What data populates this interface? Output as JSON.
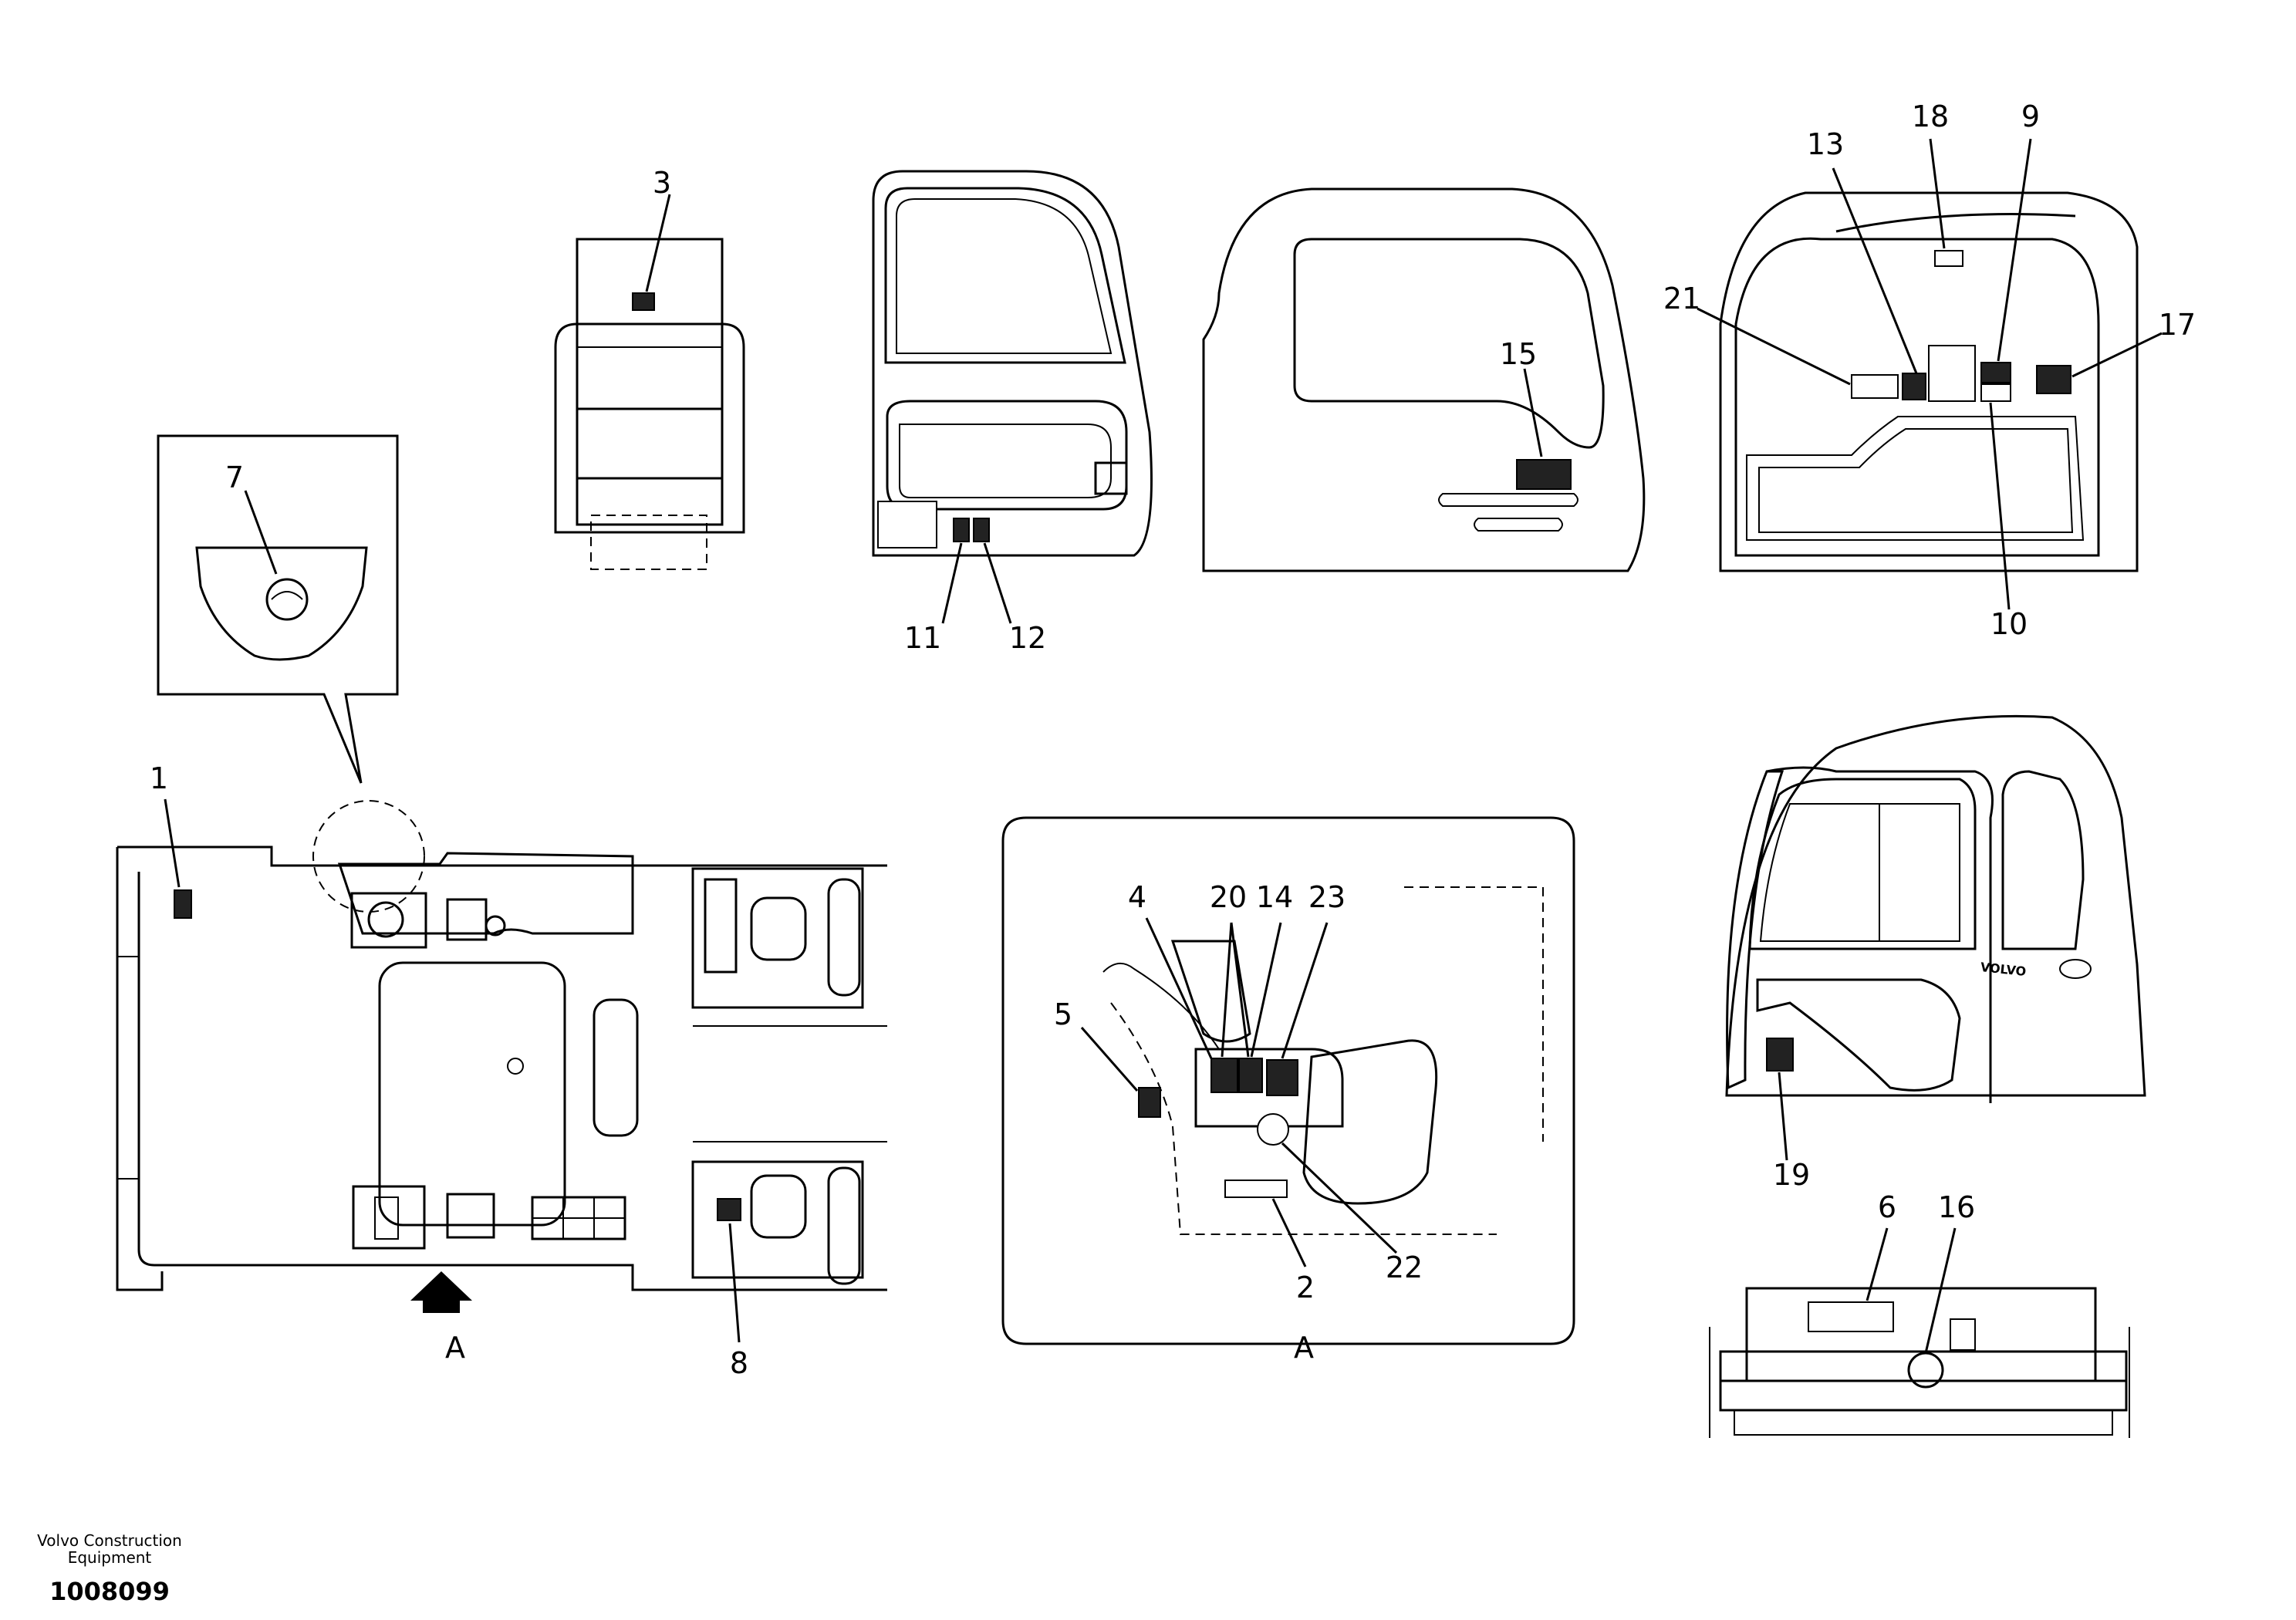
{
  "callouts": {
    "c1": "1",
    "c2": "2",
    "c3": "3",
    "c4": "4",
    "c5": "5",
    "c6": "6",
    "c7": "7",
    "c8": "8",
    "c9": "9",
    "c10": "10",
    "c11": "11",
    "c12": "12",
    "c13": "13",
    "c14": "14",
    "c15": "15",
    "c16": "16",
    "c17": "17",
    "c18": "18",
    "c19": "19",
    "c20": "20",
    "c21": "21",
    "c22": "22",
    "c23": "23"
  },
  "view_labels": {
    "arrow_a": "A",
    "detail_a": "A"
  },
  "cab_logo": "VOLVO",
  "footer": {
    "company_line1": "Volvo Construction",
    "company_line2": "Equipment",
    "drawing_number": "1008099"
  }
}
